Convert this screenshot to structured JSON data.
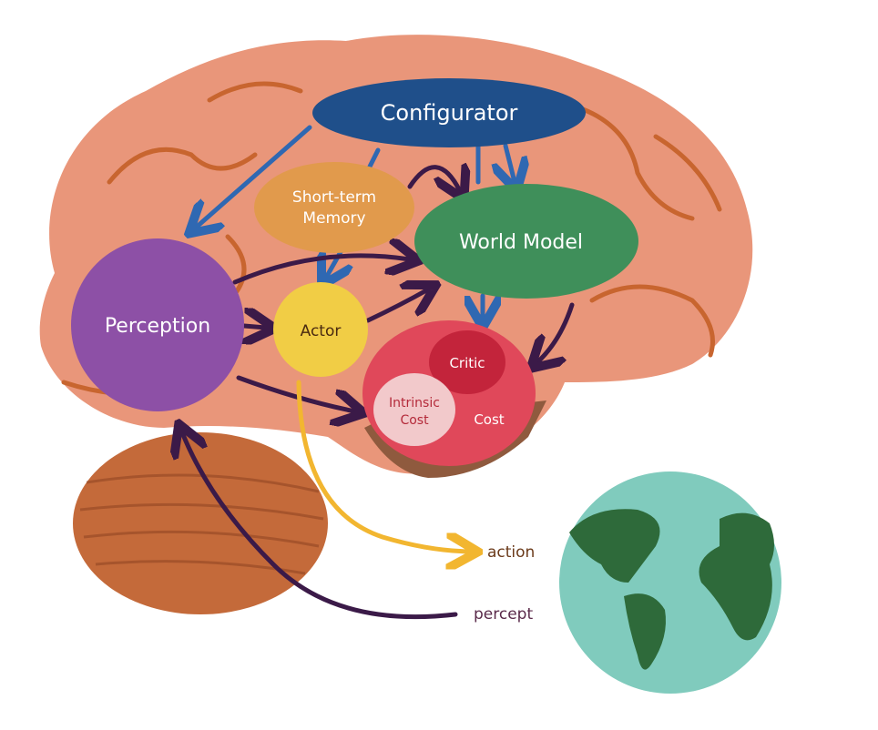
{
  "nodes": {
    "configurator": "Configurator",
    "short_term_memory_line1": "Short-term",
    "short_term_memory_line2": "Memory",
    "world_model": "World Model",
    "perception": "Perception",
    "actor": "Actor",
    "critic": "Critic",
    "intrinsic_cost_line1": "Intrinsic",
    "intrinsic_cost_line2": "Cost",
    "cost": "Cost"
  },
  "labels": {
    "action": "action",
    "percept": "percept"
  },
  "colors": {
    "brain": "#e9967a",
    "brain_fold": "#c8652f",
    "cerebellum": "#c46a3a",
    "configurator": "#1f4f8a",
    "short_term_memory": "#e19a4c",
    "world_model": "#3f8f5a",
    "perception": "#8d50a6",
    "actor": "#f1cd45",
    "cost": "#e0485a",
    "critic": "#c3243b",
    "intrinsic_cost": "#f2c9cb",
    "blue_arrow": "#2f68b2",
    "purple_arrow": "#3b1a48",
    "action_arrow": "#f2b630",
    "ocean": "#80cbbd",
    "land": "#2e6a3a",
    "action_text": "#6b3a1a",
    "percept_text": "#5a2a4a"
  }
}
